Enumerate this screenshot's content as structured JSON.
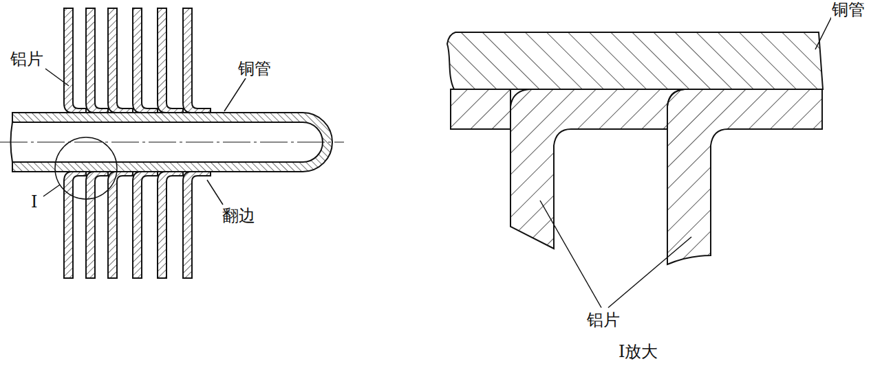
{
  "diagram": {
    "labels": [
      "铝片",
      "铜管",
      "Ⅰ",
      "翻边",
      "铜管",
      "铝片",
      "Ⅰ放大"
    ]
  }
}
